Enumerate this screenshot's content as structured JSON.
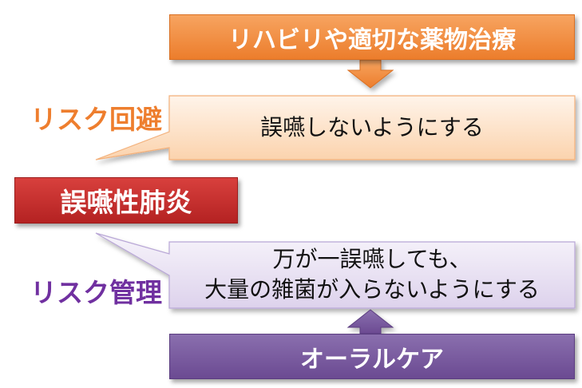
{
  "top_box": {
    "label": "リハビリや適切な薬物治療"
  },
  "callout_top": {
    "text": "誤嚥しないようにする"
  },
  "risk_avoid": {
    "label": "リスク回避"
  },
  "center_box": {
    "label": "誤嚥性肺炎"
  },
  "callout_bottom": {
    "line1": "万が一誤嚥しても、",
    "line2": "大量の雑菌が入らないようにする"
  },
  "risk_manage": {
    "label": "リスク管理"
  },
  "bottom_box": {
    "label": "オーラルケア"
  },
  "colors": {
    "orange": "#ee7e2e",
    "purple": "#7030a0",
    "red": "#c0302e",
    "callout_top_fill": "#fde0c6",
    "callout_bottom_fill": "#e4dcf0"
  }
}
